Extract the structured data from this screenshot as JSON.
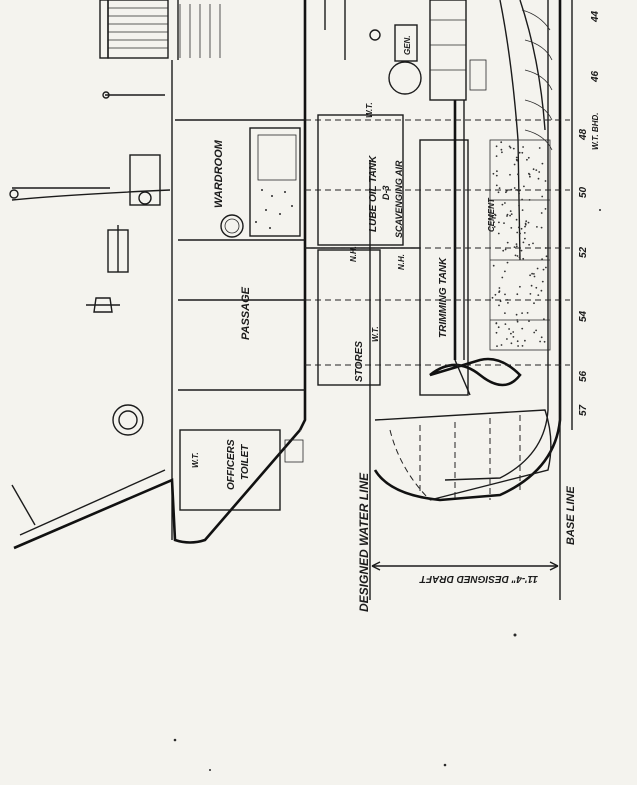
{
  "drawing": {
    "compartments": {
      "wardroom": "WARDROOM",
      "passage": "PASSAGE",
      "officers_toilet_1": "OFFICERS",
      "officers_toilet_2": "TOILET",
      "stores": "STORES",
      "lube_oil_tank": "LUBE OIL TANK",
      "lube_oil_tank_ref": "D-3",
      "scavenging_air_tank": "SCAVENGING AIR",
      "trimming_tank": "TRIMMING TANK",
      "gen": "GEN.",
      "cement": "CEMENT"
    },
    "annotations": {
      "wt_upper": "W.T.",
      "wt_lower": "W.T.",
      "nh_1": "N.H.",
      "nh_2": "N.H.",
      "wt_left": "W.T."
    },
    "lines": {
      "designed_water_line": "DESIGNED WATER LINE",
      "base_line": "BASE LINE",
      "draft": "11'-4\" DESIGNED DRAFT"
    },
    "frames": {
      "f44": "44",
      "f46": "46",
      "f48": "48",
      "wt_bhd": "W.T. BHD.",
      "f50": "50",
      "f52": "52",
      "f54": "54",
      "f56": "56",
      "f57": "57"
    }
  }
}
